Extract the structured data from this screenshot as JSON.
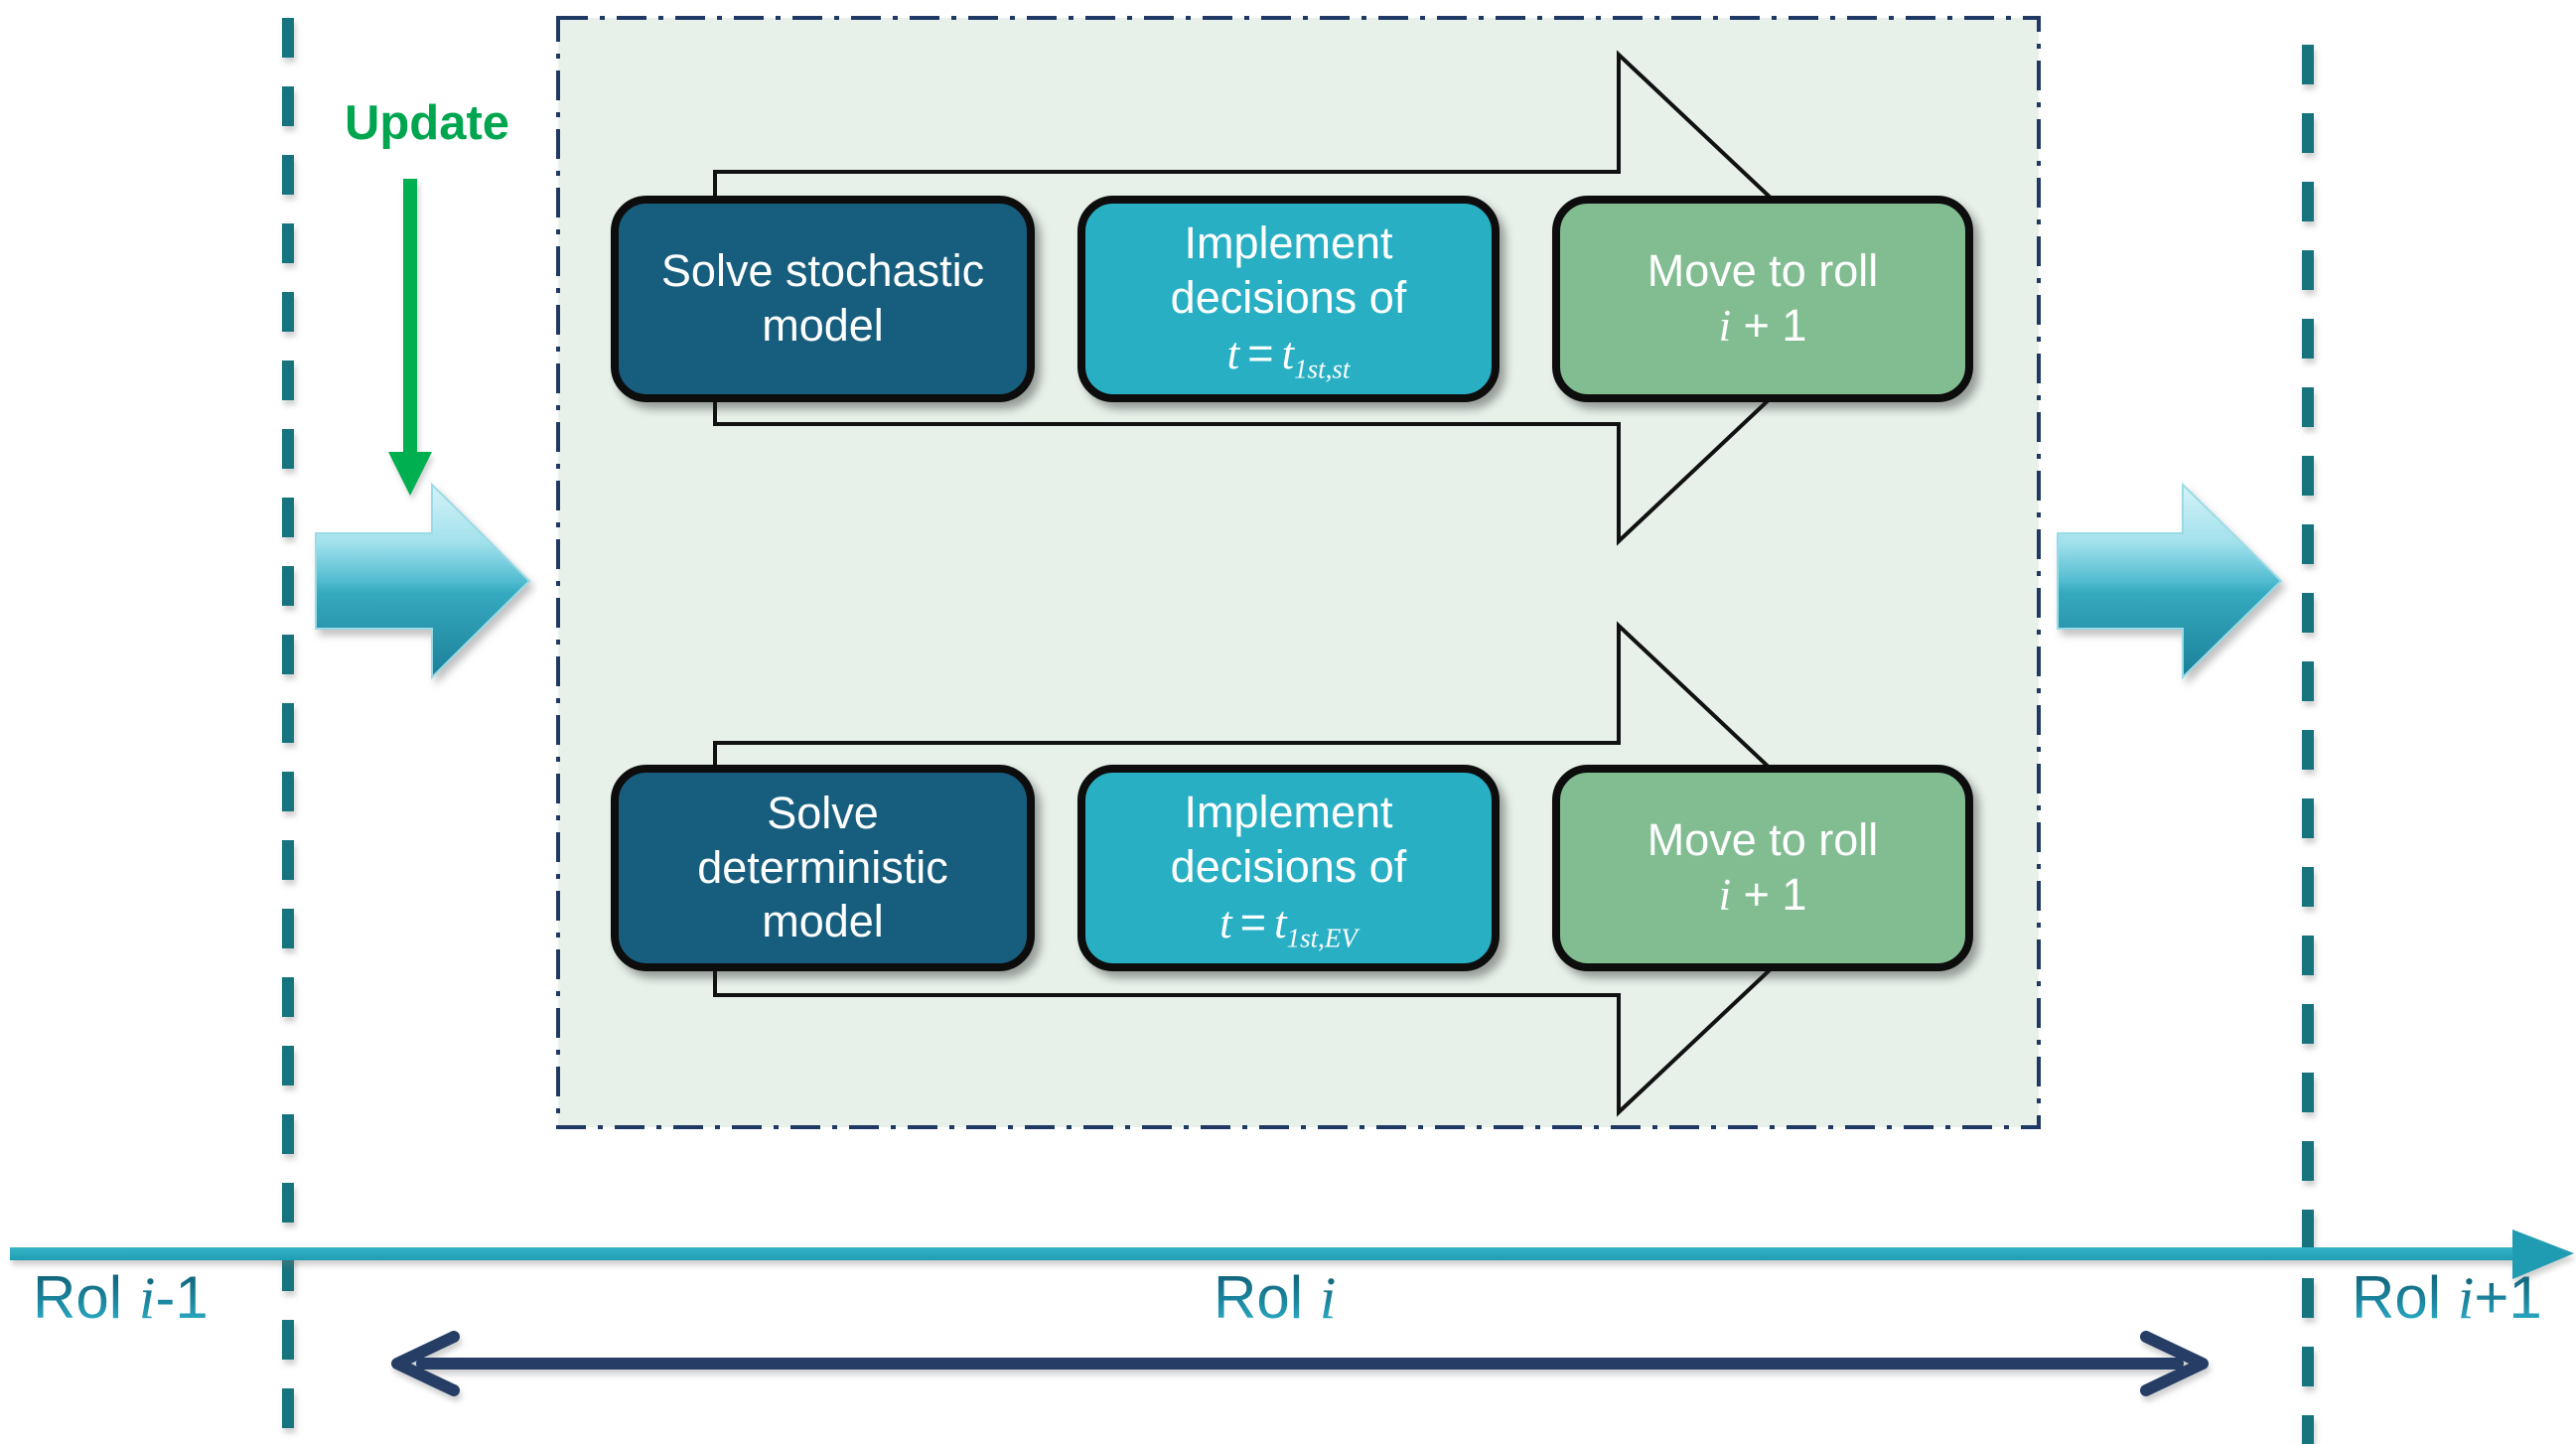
{
  "update_label": "Update",
  "panel": {
    "rows": [
      {
        "solve": {
          "lines": [
            "Solve stochastic",
            "model"
          ]
        },
        "implement": {
          "lines": [
            "Implement",
            "decisions of"
          ],
          "math": {
            "lhs": "t",
            "eq": "=",
            "rhs": "t",
            "sub": "1st,st"
          }
        },
        "move": {
          "line": "Move to roll",
          "math": {
            "var": "i",
            "rest": " + 1"
          }
        }
      },
      {
        "solve": {
          "lines": [
            "Solve",
            "deterministic",
            "model"
          ]
        },
        "implement": {
          "lines": [
            "Implement",
            "decisions of"
          ],
          "math": {
            "lhs": "t",
            "eq": "=",
            "rhs": "t",
            "sub": "1st,EV"
          }
        },
        "move": {
          "line": "Move to roll",
          "math": {
            "var": "i",
            "rest": " + 1"
          }
        }
      }
    ]
  },
  "timeline": {
    "labels": [
      {
        "word": "Rol ",
        "var": "i",
        "suffix": "-1"
      },
      {
        "word": "Rol ",
        "var": "i",
        "suffix": ""
      },
      {
        "word": "Rol ",
        "var": "i",
        "suffix": "+1"
      }
    ]
  },
  "colors": {
    "dark_box": "#175e7e",
    "teal_box": "#29afc4",
    "green_box": "#82bd92",
    "box_border": "#0d0d0d",
    "panel_bg": "#e7f1ea",
    "panel_border": "#1f3864",
    "dashed_guide": "#17747f",
    "timeline": "#27a7bc",
    "navy_span_arrow": "#263e66",
    "update_green": "#00a64f",
    "update_arrow_green": "#00b050",
    "block_arrow_light": "#cdeff6",
    "block_arrow_dark": "#1b8099"
  }
}
